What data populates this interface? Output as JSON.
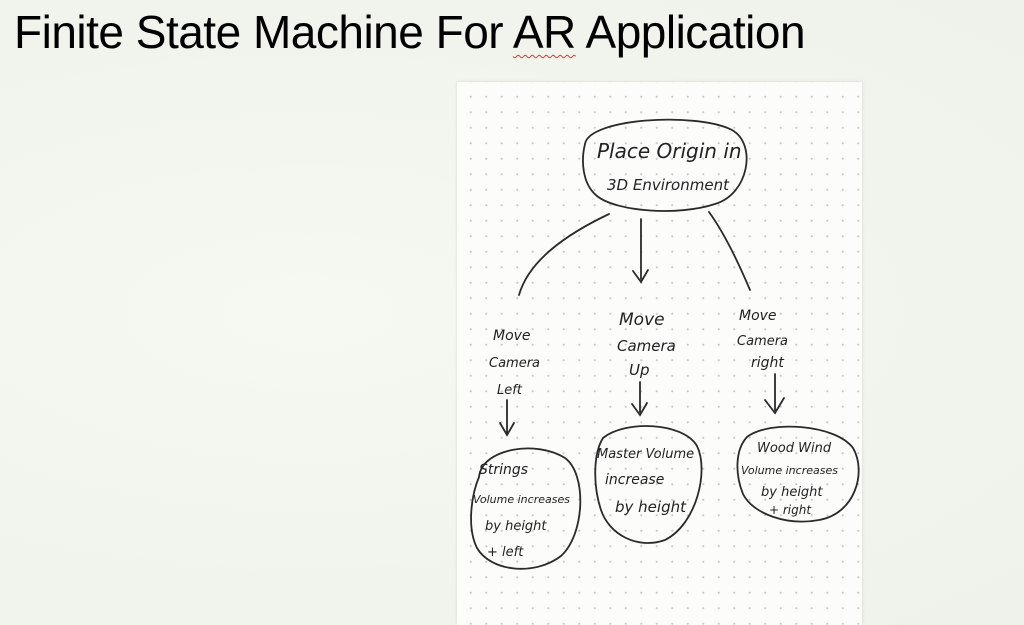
{
  "slide": {
    "title_part1": "Finite State Machine For ",
    "title_part2": "AR",
    "title_part3": " Application"
  },
  "diagram": {
    "root": {
      "line1": "Place Origin in",
      "line2": "3D Environment"
    },
    "branches": [
      {
        "transition": [
          "Move",
          "Camera",
          "Left"
        ],
        "state": [
          "Strings",
          "Volume increases",
          "by height",
          "+ left"
        ]
      },
      {
        "transition": [
          "Move",
          "Camera",
          "Up"
        ],
        "state": [
          "Master Volume",
          "increase",
          "by height"
        ]
      },
      {
        "transition": [
          "Move",
          "Camera",
          "right"
        ],
        "state": [
          "Wood Wind",
          "Volume increases",
          "by height",
          "+ right"
        ]
      }
    ]
  }
}
